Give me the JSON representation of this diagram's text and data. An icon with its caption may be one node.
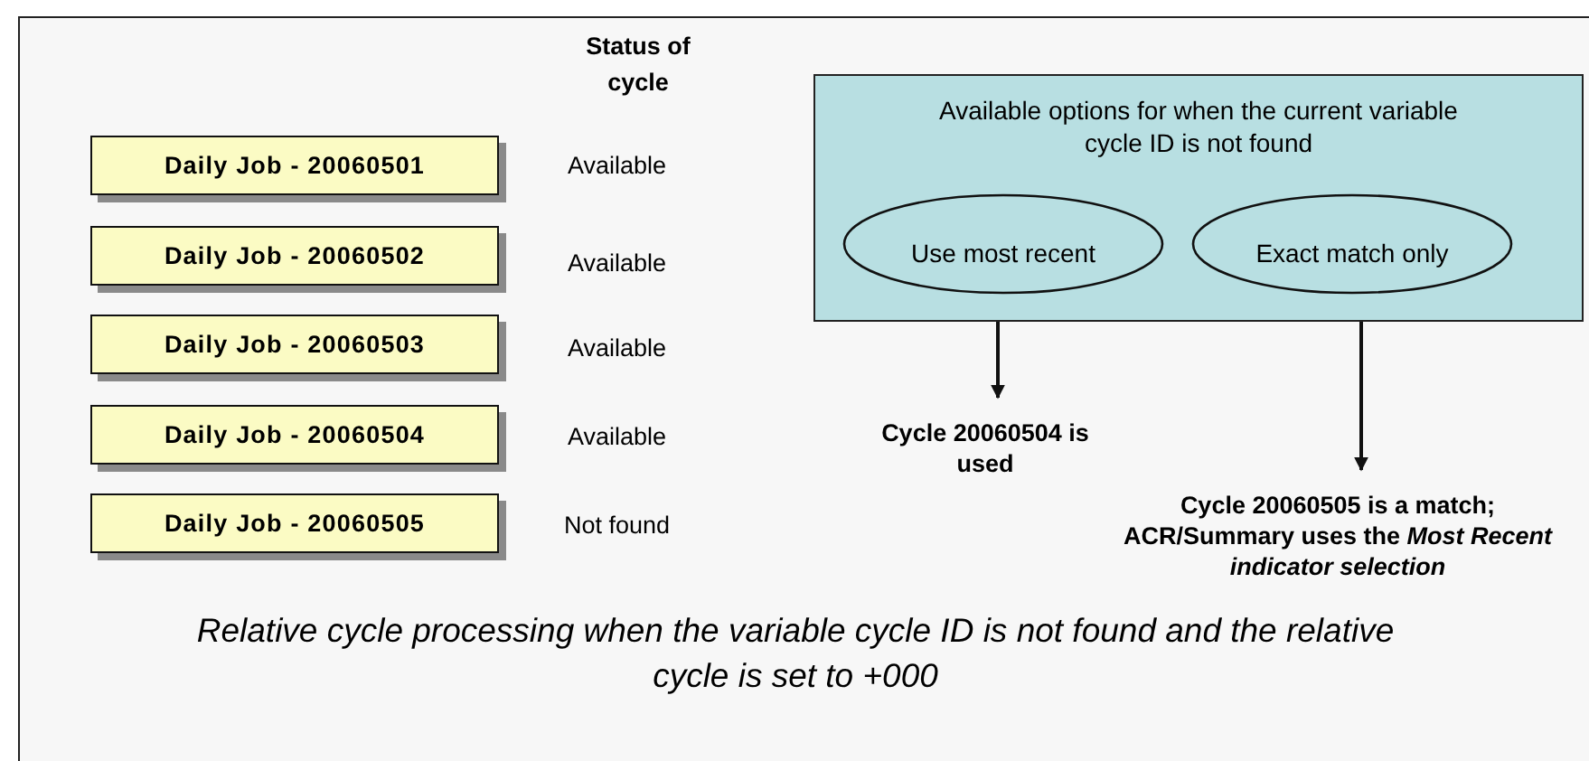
{
  "diagram": {
    "caption": "Relative cycle processing when the variable cycle ID is not found and the relative cycle is set to +000",
    "nodes": [
      {
        "text": [
          "Daily Job - 20060501"
        ],
        "beside": [
          "Available"
        ]
      },
      {
        "text": [
          "Daily Job - 20060502"
        ],
        "beside": [
          "Available"
        ]
      },
      {
        "text": [
          "Daily Job - 20060503"
        ],
        "beside": [
          "Available"
        ]
      },
      {
        "text": [
          "Daily Job - 20060504"
        ],
        "beside": [
          "Available"
        ]
      },
      {
        "text": [
          "Daily Job - 20060505"
        ],
        "beside": [
          "Not found"
        ]
      },
      {
        "text": [
          "Available options for when the current variable cycle ID is not found"
        ]
      },
      {
        "text": [
          "Use most recent"
        ],
        "in": 5
      },
      {
        "text": [
          "Exact match only"
        ],
        "in": 5
      },
      {
        "text": [
          "Cycle 20060504 is used"
        ]
      },
      {
        "text": [
          "Cycle 20060505 is a match; ACR/Summary uses the *Most Recent indicator selection*"
        ]
      }
    ],
    "edges": [
      {
        "from": 5,
        "to": 8,
        "arrow": "to"
      },
      {
        "from": 5,
        "to": 9,
        "arrow": "to"
      }
    ],
    "labels": [
      "Status of cycle"
    ]
  }
}
